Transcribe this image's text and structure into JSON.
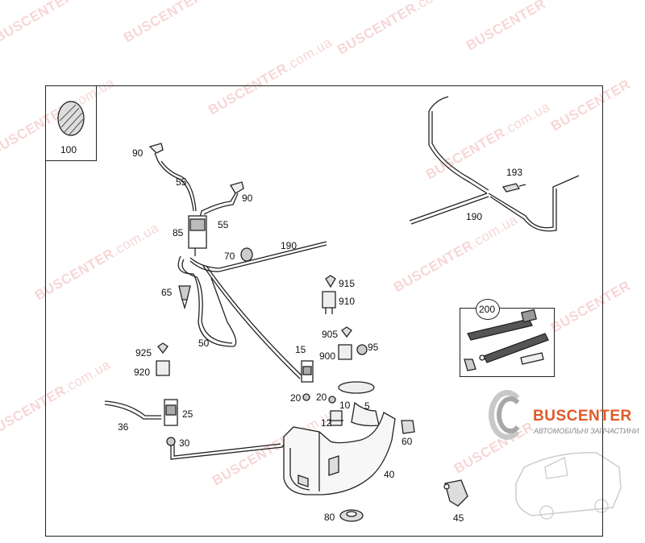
{
  "parts": [
    {
      "id": "p100",
      "label": "100"
    },
    {
      "id": "p90a",
      "label": "90"
    },
    {
      "id": "p55a",
      "label": "55"
    },
    {
      "id": "p90b",
      "label": "90"
    },
    {
      "id": "p55b",
      "label": "55"
    },
    {
      "id": "p85",
      "label": "85"
    },
    {
      "id": "p70",
      "label": "70"
    },
    {
      "id": "p190a",
      "label": "190"
    },
    {
      "id": "p65",
      "label": "65"
    },
    {
      "id": "p50",
      "label": "50"
    },
    {
      "id": "p915",
      "label": "915"
    },
    {
      "id": "p910",
      "label": "910"
    },
    {
      "id": "p905",
      "label": "905"
    },
    {
      "id": "p900",
      "label": "900"
    },
    {
      "id": "p95",
      "label": "95"
    },
    {
      "id": "p15",
      "label": "15"
    },
    {
      "id": "p925",
      "label": "925"
    },
    {
      "id": "p920",
      "label": "920"
    },
    {
      "id": "p20a",
      "label": "20"
    },
    {
      "id": "p20b",
      "label": "20"
    },
    {
      "id": "p10",
      "label": "10"
    },
    {
      "id": "p5",
      "label": "5"
    },
    {
      "id": "p12",
      "label": "12"
    },
    {
      "id": "p25",
      "label": "25"
    },
    {
      "id": "p36",
      "label": "36"
    },
    {
      "id": "p30",
      "label": "30"
    },
    {
      "id": "p60",
      "label": "60"
    },
    {
      "id": "p40",
      "label": "40"
    },
    {
      "id": "p80",
      "label": "80"
    },
    {
      "id": "p45",
      "label": "45"
    },
    {
      "id": "p193",
      "label": "193"
    },
    {
      "id": "p190b",
      "label": "190"
    },
    {
      "id": "p200",
      "label": "200"
    }
  ],
  "watermark": {
    "brand": "BUSCENTER",
    "domain": ".com.ua"
  },
  "logo": {
    "name": "BUSCENTER",
    "tagline": "АВТОМОБІЛЬНІ ЗАПЧАСТИНИ"
  },
  "colors": {
    "line": "#222222",
    "watermark": "#e07878",
    "brand": "#e05a2a"
  }
}
